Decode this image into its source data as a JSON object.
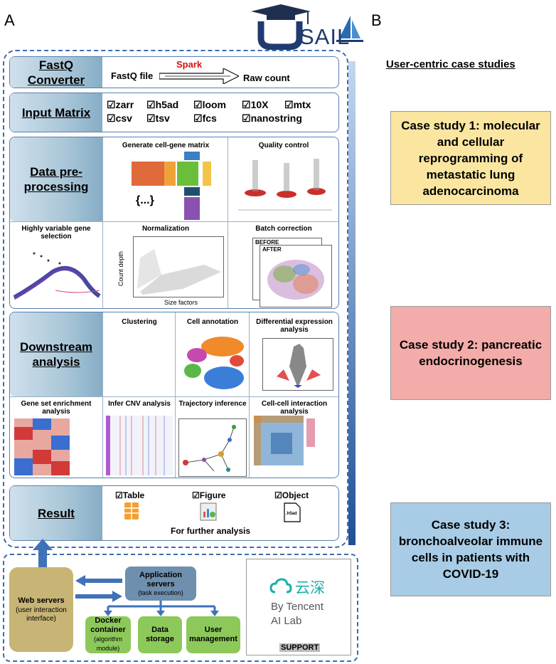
{
  "panel_a": "A",
  "panel_b": "B",
  "logo": {
    "text": "USAIL"
  },
  "rows": {
    "fastq": {
      "label": "FastQ Converter",
      "spark": "Spark",
      "input": "FastQ file",
      "output": "Raw count"
    },
    "input": {
      "label": "Input Matrix",
      "formats": [
        "zarr",
        "h5ad",
        "loom",
        "10X",
        "mtx",
        "csv",
        "tsv",
        "fcs",
        "nanostring"
      ]
    },
    "preprocessing": {
      "label": "Data pre-processing",
      "cells": {
        "gen": "Generate cell-gene matrix",
        "qc": "Quality control",
        "hvg": "Highly variable gene selection",
        "norm": "Normalization",
        "batch": "Batch correction"
      },
      "norm_xlabel": "Size factors",
      "norm_ylabel": "Count depth",
      "batch_before": "BEFORE",
      "batch_after": "AFTER",
      "gen_brace": "{...}"
    },
    "downstream": {
      "label": "Downstream analysis",
      "cells": {
        "clustering": "Clustering",
        "annotation": "Cell annotation",
        "de": "Differential expression analysis",
        "gsea": "Gene set enrichment analysis",
        "cnv": "Infer CNV analysis",
        "traj": "Trajectory inference",
        "cci": "Cell-cell interaction analysis"
      }
    },
    "result": {
      "label": "Result",
      "items": [
        "Table",
        "Figure",
        "Object"
      ],
      "note": "For further analysis",
      "object_file": ".h5ad"
    }
  },
  "support": {
    "web_servers": "Web servers",
    "web_sub": "(user interaction interface)",
    "app_servers": "Application servers",
    "app_sub": "(task execution)",
    "docker": "Docker container",
    "docker_sub": "(algorithm module)",
    "storage": "Data storage",
    "user_mgmt": "User management",
    "tencent_cn": "云深",
    "tencent_en1": "By Tencent",
    "tencent_en2": "AI Lab",
    "support_label": "SUPPORT"
  },
  "case_studies": {
    "heading": "User-centric case studies",
    "items": [
      {
        "text": "Case study 1: molecular and cellular reprogramming of metastatic lung adenocarcinoma",
        "color": "#fbe6a1"
      },
      {
        "text": "Case study 2: pancreatic endocrinogenesis",
        "color": "#f3aca9"
      },
      {
        "text": "Case study 3: bronchoalveolar immune cells in patients with COVID-19",
        "color": "#a8cce6"
      }
    ]
  },
  "colors": {
    "frame": "#3b6cb0",
    "arrow": "#3f72b8",
    "web": "#c8b576",
    "app": "#6f8fae",
    "green": "#8dc95a"
  }
}
